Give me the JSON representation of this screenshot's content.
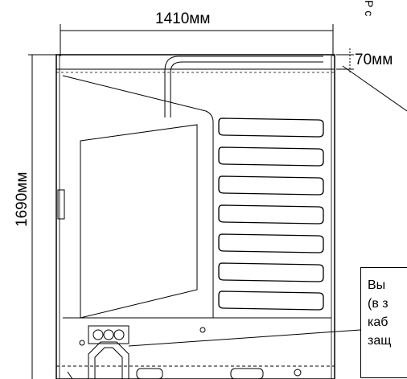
{
  "dimensions": {
    "width": "1410мм",
    "height": "1690мм",
    "top_gap": "70мм"
  },
  "corner_text": "Р с",
  "note": {
    "lines": [
      "Вы",
      "(в з",
      "каб",
      "защ"
    ]
  }
}
